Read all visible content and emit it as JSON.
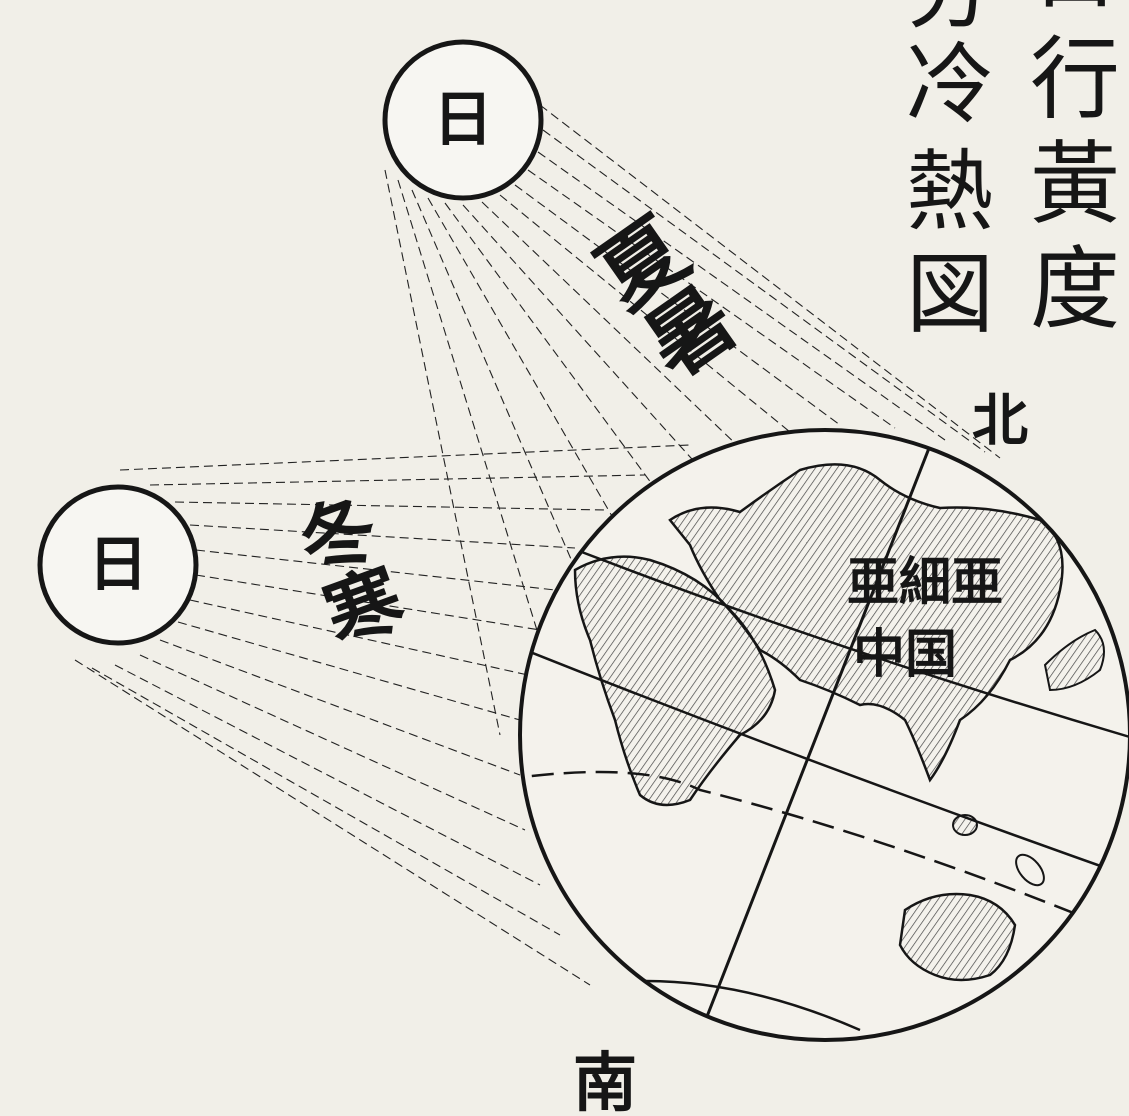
{
  "title": {
    "col_right": [
      "日",
      "行",
      "黃",
      "度"
    ],
    "col_left": [
      "分",
      "冷",
      "熱",
      "図"
    ]
  },
  "suns": {
    "summer_sun_label": "日",
    "winter_sun_label": "日"
  },
  "rays": {
    "summer_label": "夏暑",
    "winter_label": "冬寒"
  },
  "globe": {
    "north_label": "北",
    "south_label": "南",
    "region_labels": {
      "asia_top": "亜細亜",
      "china": "中国"
    }
  },
  "colors": {
    "ink": "#161616",
    "paper": "#f1efe8",
    "land_hatch": "#444444"
  }
}
